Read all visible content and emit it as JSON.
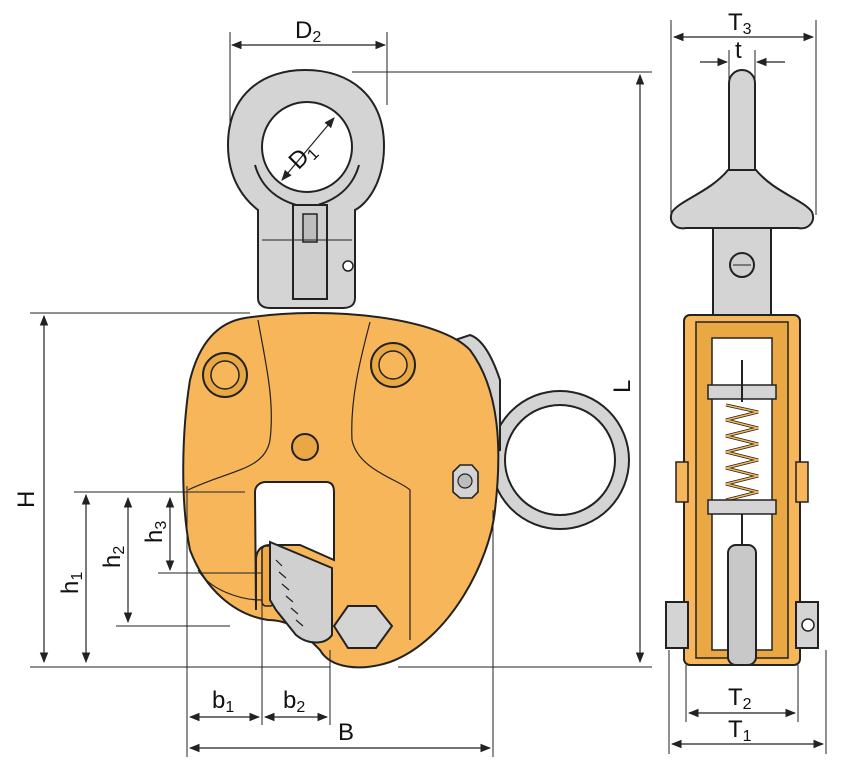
{
  "labels": {
    "D2": {
      "main": "D",
      "sub": "2"
    },
    "D1": {
      "main": "D",
      "sub": "1"
    },
    "L": {
      "main": "L",
      "sub": ""
    },
    "H": {
      "main": "H",
      "sub": ""
    },
    "h1": {
      "main": "h",
      "sub": "1"
    },
    "h2": {
      "main": "h",
      "sub": "2"
    },
    "h3": {
      "main": "h",
      "sub": "3"
    },
    "b1": {
      "main": "b",
      "sub": "1"
    },
    "b2": {
      "main": "b",
      "sub": "2"
    },
    "B": {
      "main": "B",
      "sub": ""
    },
    "T3": {
      "main": "T",
      "sub": "3"
    },
    "t": {
      "main": "t",
      "sub": ""
    },
    "T2": {
      "main": "T",
      "sub": "2"
    },
    "T1": {
      "main": "T",
      "sub": "1"
    }
  },
  "colors": {
    "body": "#f7b659",
    "body_dark": "#e39a2f",
    "steel": "#d4d4d4",
    "steel_dark": "#b5b5b5",
    "line": "#222222"
  }
}
